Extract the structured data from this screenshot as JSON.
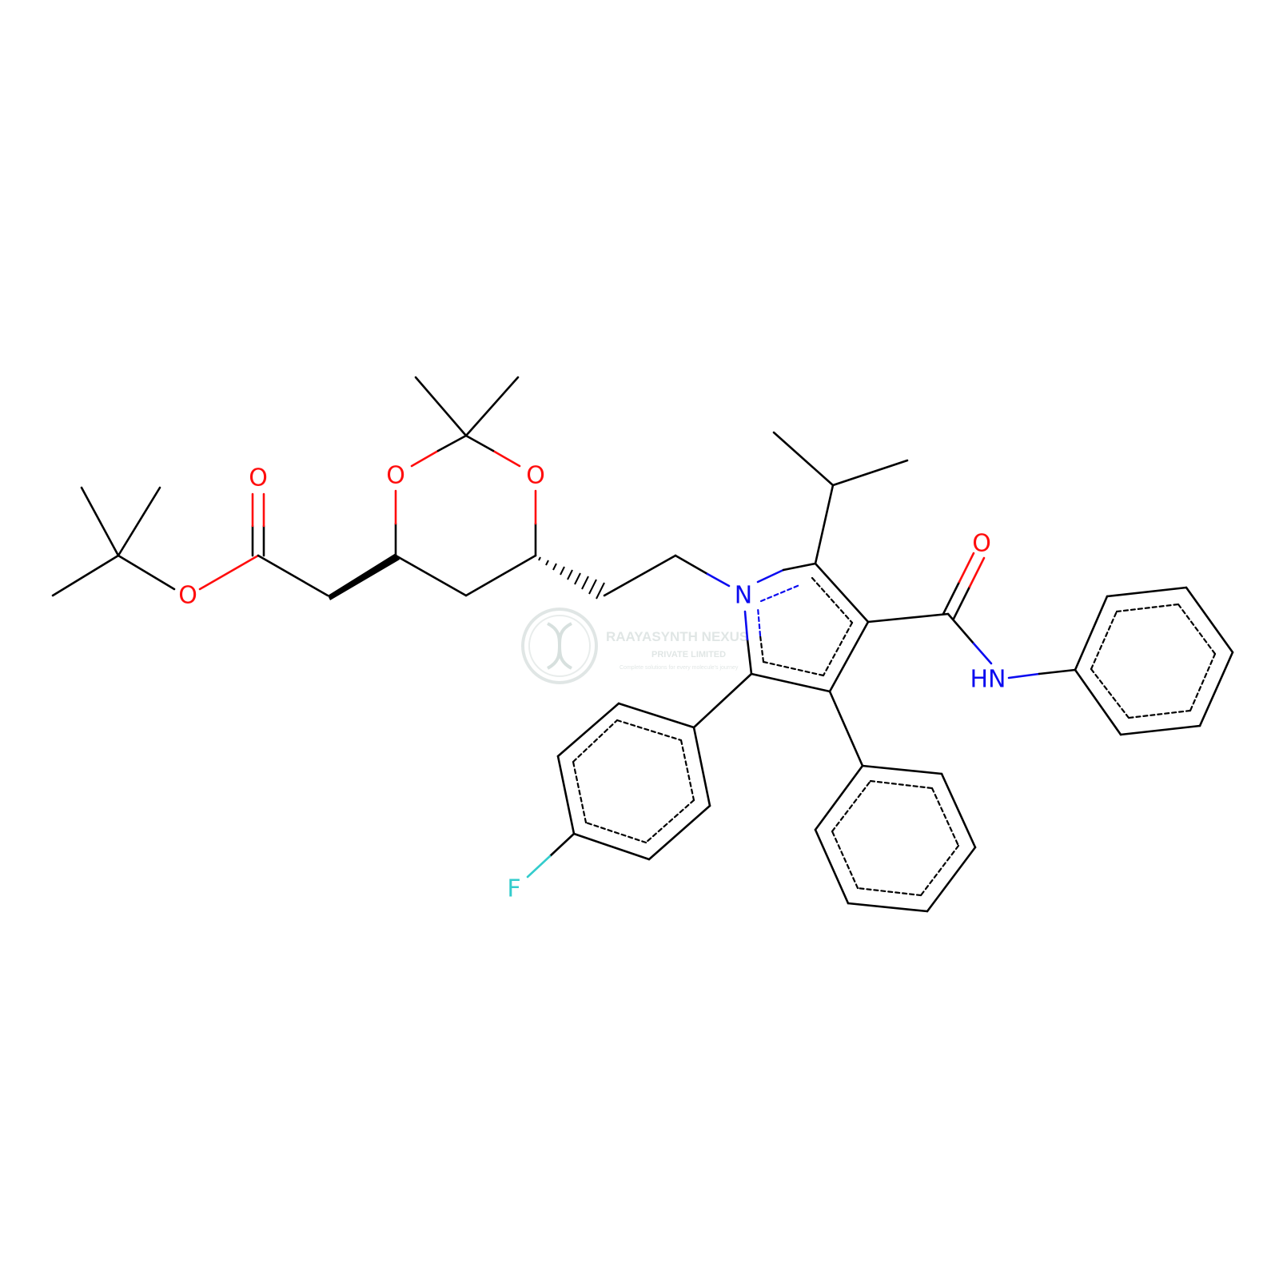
{
  "atoms": {
    "o_ester_carbonyl": "O",
    "o_ester": "O",
    "o_ring_left": "O",
    "o_ring_right": "O",
    "n_pyrrole": "N",
    "o_amide": "O",
    "nh_amide": "HN",
    "f": "F"
  },
  "watermark": {
    "company": "RAAYASYNTH NEXUS",
    "subtitle": "PRIVATE LIMITED",
    "tagline": "Complete solutions for every molecule's journey"
  },
  "colors": {
    "bond": "#000000",
    "oxygen": "#ff0d0d",
    "nitrogen": "#0c0cf0",
    "fluorine": "#33cccc",
    "watermark": "#c8d2d0"
  }
}
